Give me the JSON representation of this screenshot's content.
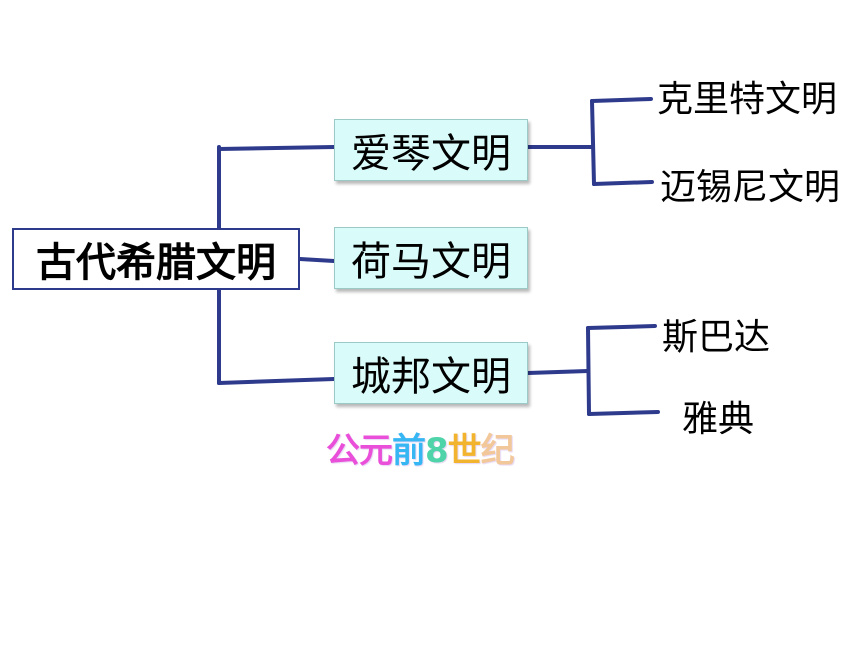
{
  "root": {
    "label": "古代希腊文明"
  },
  "branches": [
    {
      "label": "爱琴文明",
      "children": [
        "克里特文明",
        "迈锡尼文明"
      ]
    },
    {
      "label": "荷马文明",
      "children": []
    },
    {
      "label": "城邦文明",
      "children": [
        "斯巴达",
        "雅典"
      ]
    }
  ],
  "note": {
    "chars": [
      "公",
      "元",
      "前",
      "8",
      "世",
      "纪"
    ],
    "colors": [
      "#e94fd8",
      "#e94fd8",
      "#36b6f2",
      "#4fd4a9",
      "#f2b42e",
      "#f2c79a"
    ]
  },
  "colors": {
    "connector": "#2e3a8c",
    "box_fill": "#d9fbfa",
    "root_border": "#2e3a8c"
  }
}
